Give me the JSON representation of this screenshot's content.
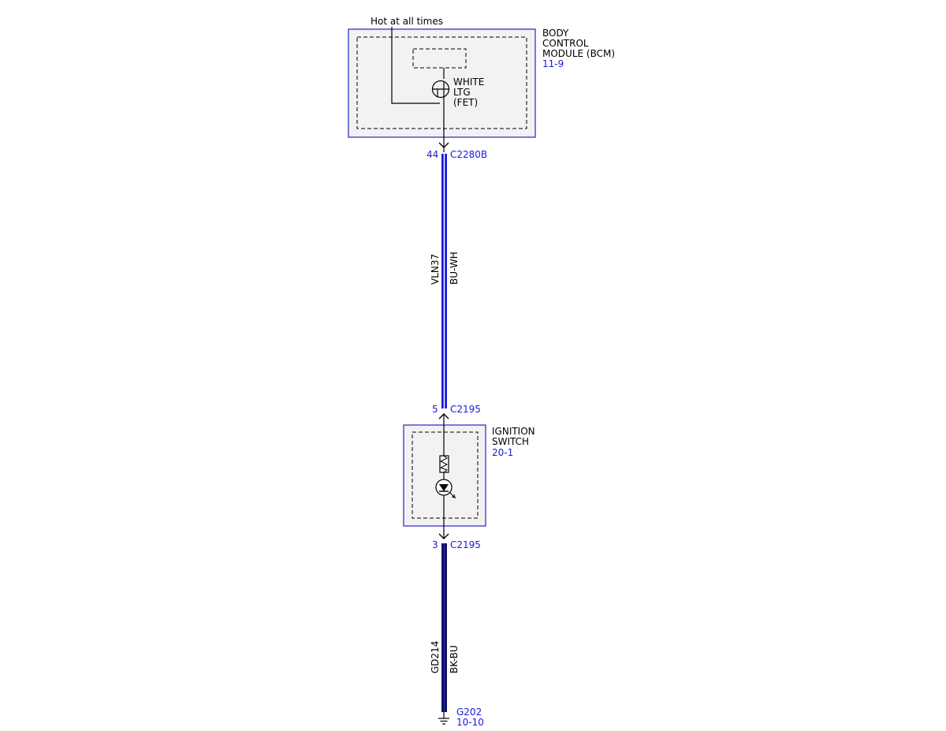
{
  "colors": {
    "module_border": "#2323c8",
    "module_fill": "#f2f2f2",
    "reference_text": "#1a1adb",
    "wire_blue_white": "#1a1adb",
    "wire_black_blue": "#101060"
  },
  "supply": {
    "label": "Hot at all times"
  },
  "bcm": {
    "name_line1": "BODY",
    "name_line2": "CONTROL",
    "name_line3": "MODULE (BCM)",
    "ref": "11-9",
    "output_line1": "WHITE",
    "output_line2": "LTG",
    "output_line3": "(FET)",
    "pin": "44",
    "connector": "C2280B"
  },
  "wire_1": {
    "circuit": "VLN37",
    "color_code": "BU-WH"
  },
  "ignition_switch": {
    "name_line1": "IGNITION",
    "name_line2": "SWITCH",
    "ref": "20-1",
    "top_pin": "5",
    "top_connector": "C2195",
    "bottom_pin": "3",
    "bottom_connector": "C2195"
  },
  "wire_2": {
    "circuit": "GD214",
    "color_code": "BK-BU"
  },
  "ground": {
    "name": "G202",
    "ref": "10-10"
  },
  "icons": [
    "fet-transistor-icon",
    "fuse-resistor-icon",
    "lamp-led-icon",
    "ground-icon",
    "connector-arrow-icon"
  ]
}
